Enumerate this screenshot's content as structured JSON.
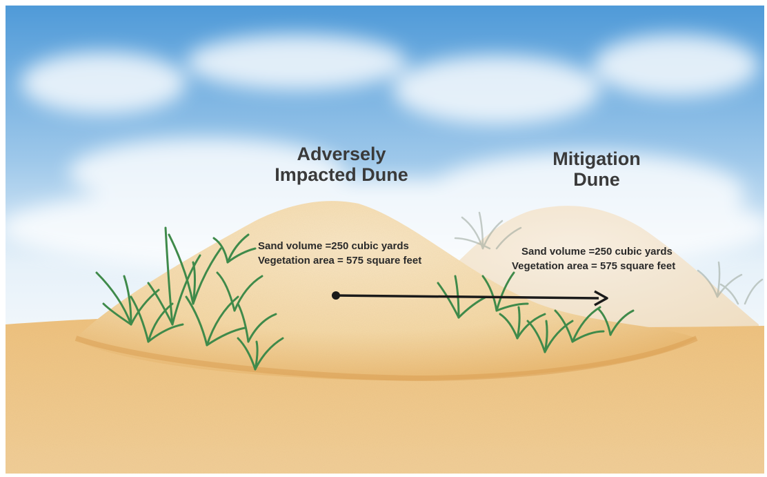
{
  "diagram": {
    "left_dune": {
      "title_line1": "Adversely",
      "title_line2": "Impacted Dune",
      "sand_volume": "Sand volume =250 cubic yards",
      "vegetation_area": "Vegetation area = 575 square feet"
    },
    "right_dune": {
      "title_line1": "Mitigation",
      "title_line2": "Dune",
      "sand_volume": "Sand volume =250 cubic yards",
      "vegetation_area": "Vegetation area = 575 square feet"
    },
    "colors": {
      "sky_top": "#5aa3dc",
      "sky_bottom": "#eaf3fa",
      "sand": "#f0c98a",
      "dune_main": "#f4cc8c",
      "dune_ghost": "#f3e2cc",
      "grass": "#3f8a4a",
      "arrow": "#1a1a1a"
    }
  }
}
